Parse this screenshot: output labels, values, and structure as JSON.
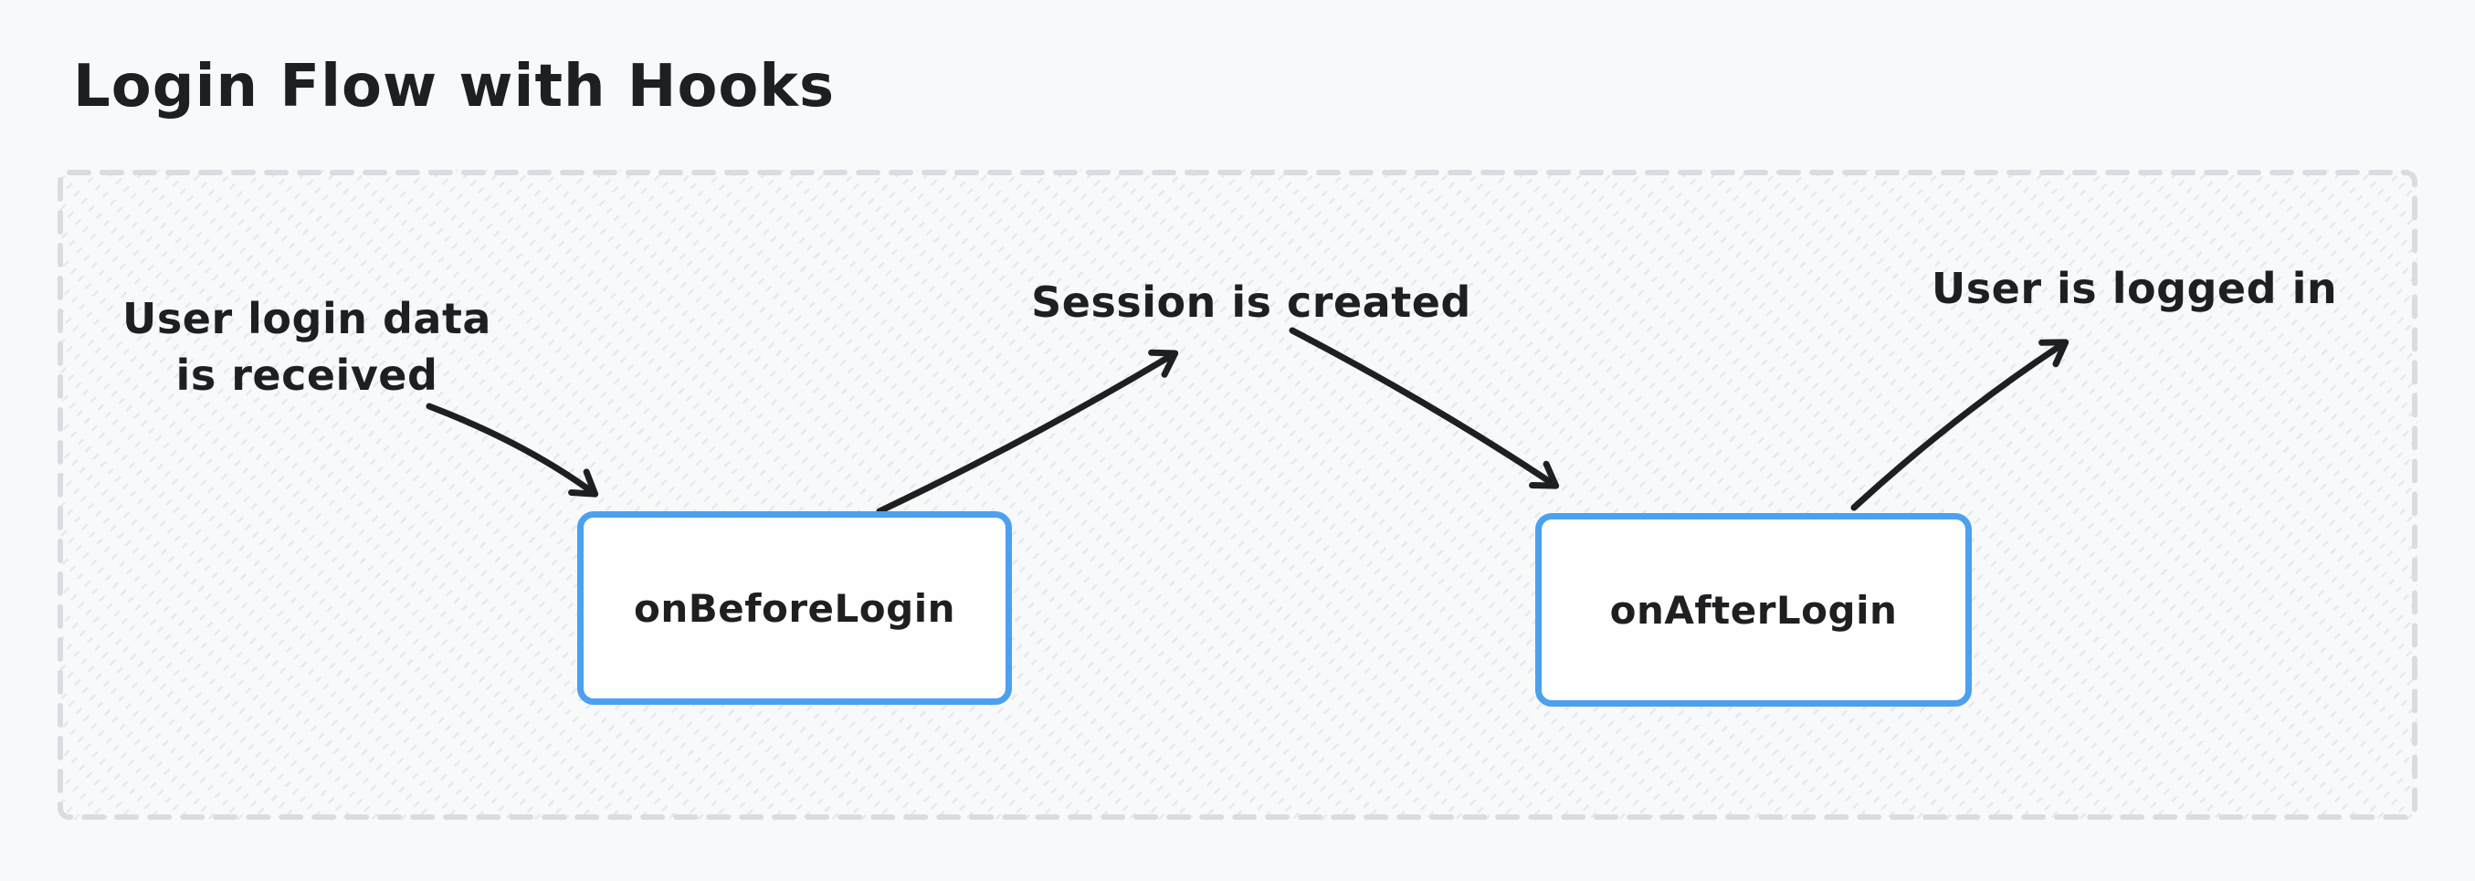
{
  "diagram": {
    "title": "Login Flow with Hooks",
    "nodes": [
      {
        "id": "onBeforeLogin",
        "label": "onBeforeLogin"
      },
      {
        "id": "onAfterLogin",
        "label": "onAfterLogin"
      }
    ],
    "annotations": [
      {
        "id": "user-login-data",
        "lines": [
          "User login data",
          "is received"
        ]
      },
      {
        "id": "session-created",
        "lines": [
          "Session is created"
        ]
      },
      {
        "id": "user-logged-in",
        "lines": [
          "User is logged in"
        ]
      }
    ],
    "arrows": [
      {
        "id": "login-data-to-onbeforelogin",
        "from": "user-login-data",
        "to": "onBeforeLogin"
      },
      {
        "id": "onbeforelogin-to-session",
        "from": "onBeforeLogin",
        "to": "session-created"
      },
      {
        "id": "session-to-onafterlogin",
        "from": "session-created",
        "to": "onAfterLogin"
      },
      {
        "id": "onafterlogin-to-logged-in",
        "from": "onAfterLogin",
        "to": "user-logged-in"
      }
    ]
  },
  "colors": {
    "background": "#f8f9fa",
    "ink": "#1e1f21",
    "accent": "#4ba0ef",
    "container_dash": "#d9dce1",
    "container_hatch": "#e7e9ed",
    "node_fill": "#fefeff"
  }
}
